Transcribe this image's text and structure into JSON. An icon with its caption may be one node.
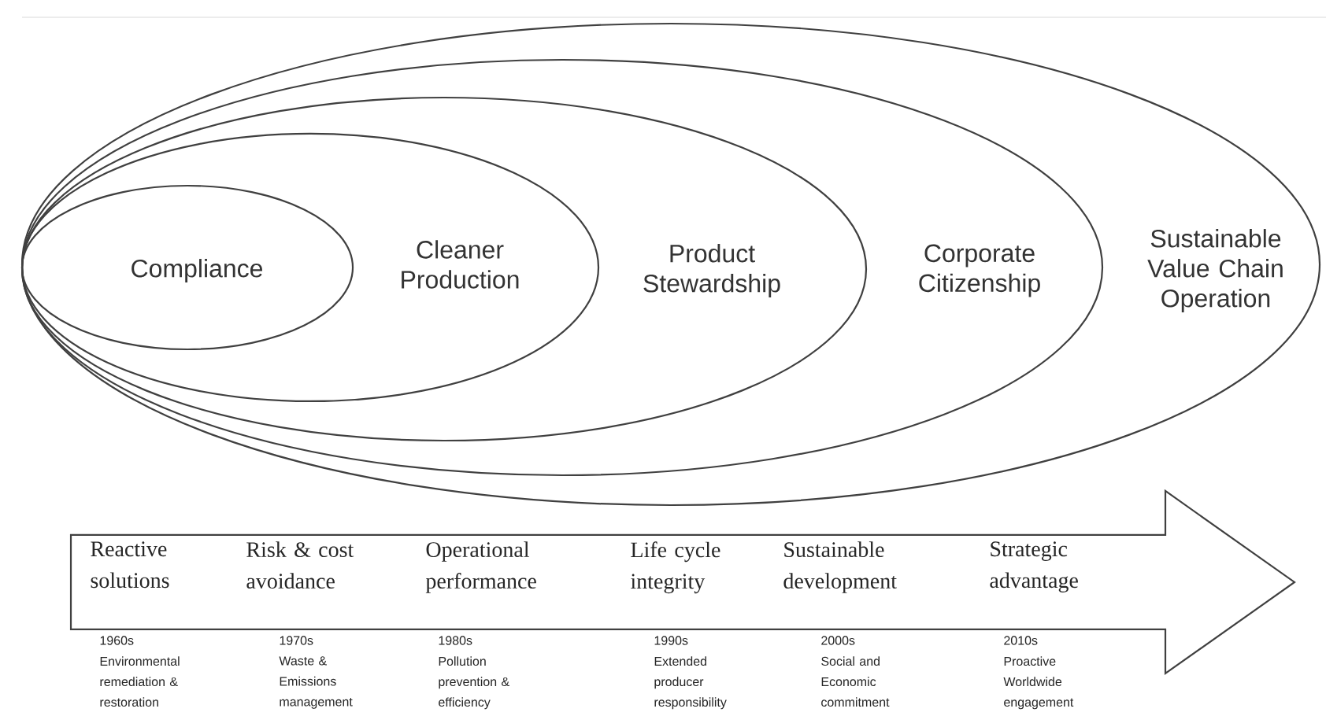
{
  "diagram": {
    "nodes": [
      {
        "text": [
          "Sustainable Value Chain Operation"
        ]
      },
      {
        "text": [
          "Corporate Citizenship"
        ],
        "in": 0
      },
      {
        "text": [
          "Product Stewardship"
        ],
        "in": 1
      },
      {
        "text": [
          "Cleaner Production"
        ],
        "in": 2
      },
      {
        "text": [
          "Compliance"
        ],
        "in": 3
      },
      {
        "text": [
          "Reactive solutions",
          "Risk & cost avoidance",
          "Operational performance",
          "Life cycle integrity",
          "Sustainable development",
          "Strategic advantage"
        ]
      }
    ],
    "labels": [
      "1960s",
      "Environmental remediation & restoration",
      "1970s",
      "Waste & Emissions management",
      "1980s",
      "Pollution prevention & efficiency",
      "1990s",
      "Extended producer responsibility",
      "2000s",
      "Social and Economic commitment",
      "2010s",
      "Proactive Worldwide engagement"
    ]
  }
}
